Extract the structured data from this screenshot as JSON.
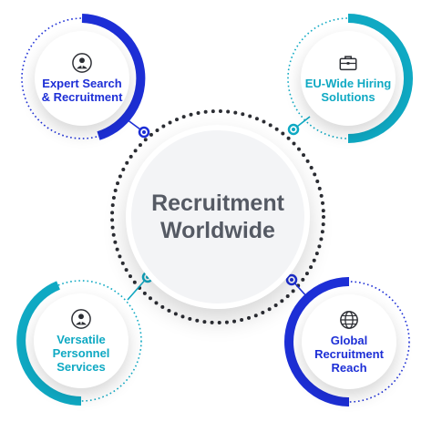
{
  "center": {
    "title": "Recruitment Worldwide"
  },
  "nodes": [
    {
      "label": "Expert Search & Recruitment",
      "icon": "person-suit-icon",
      "color": "#1d2fd6"
    },
    {
      "label": "EU-Wide Hiring Solutions",
      "icon": "briefcase-icon",
      "color": "#0fa9c3"
    },
    {
      "label": "Versatile Personnel Services",
      "icon": "person-suit-icon",
      "color": "#0fa9c3"
    },
    {
      "label": "Global Recruitment Reach",
      "icon": "globe-icon",
      "color": "#1d2fd6"
    }
  ],
  "colors": {
    "blue": "#1d2fd6",
    "teal": "#0fa9c3",
    "center_text": "#555a64",
    "dots": "#2b2d33"
  }
}
